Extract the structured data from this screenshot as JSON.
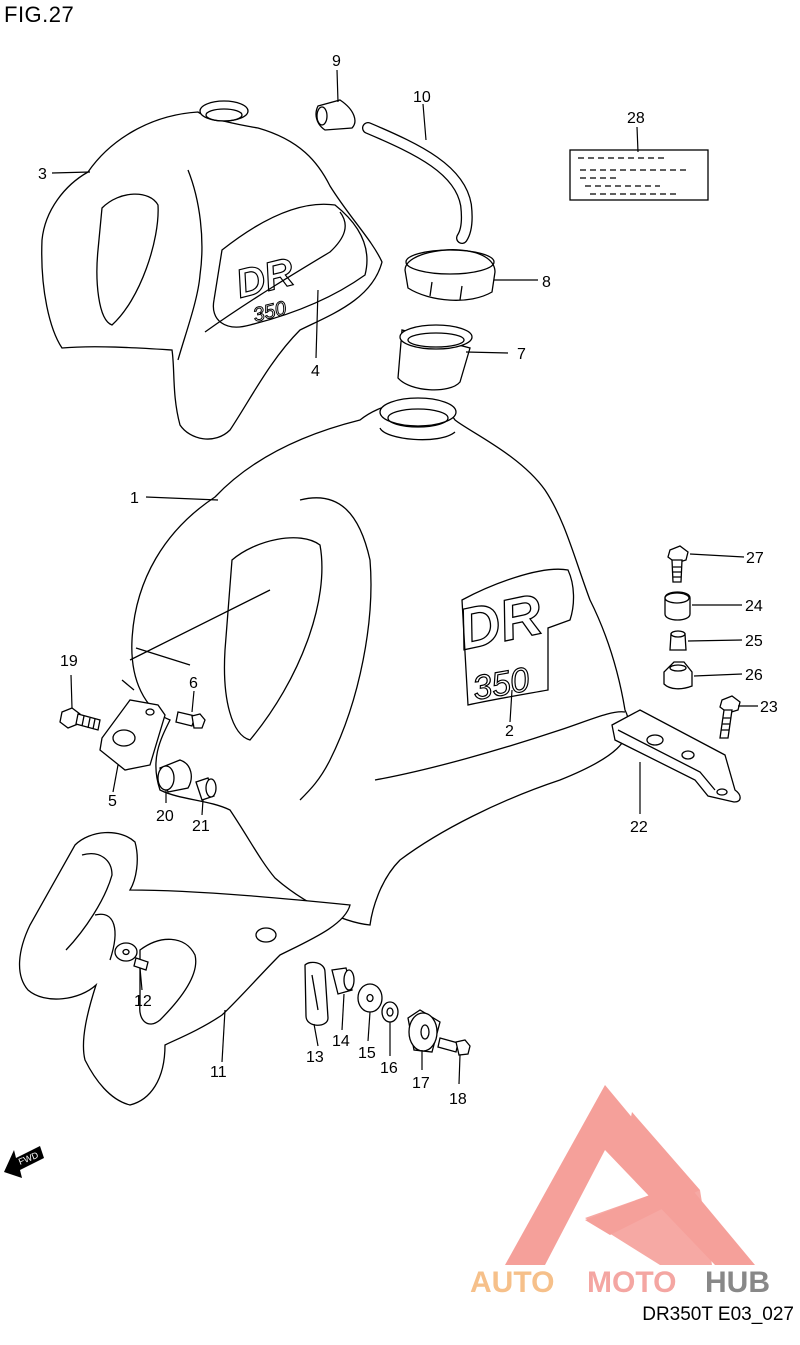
{
  "figure": {
    "title": "FIG.27",
    "diagram_code": "DR350T E03_027"
  },
  "watermark": {
    "brand_auto": "AUTO",
    "brand_moto": "MOTO",
    "brand_hub": "HUB",
    "colors": {
      "logo": "#f5a09a",
      "auto": "#f6c08a",
      "moto": "#f4a6a2",
      "hub": "#888888"
    }
  },
  "decals": {
    "large_tank": {
      "line1": "DR",
      "line2": "350"
    },
    "small_tank": {
      "line1": "DR",
      "line2": "350"
    },
    "fwd_arrow": "FWD"
  },
  "parts": [
    {
      "id": "part-1",
      "label": "1"
    },
    {
      "id": "part-2",
      "label": "2"
    },
    {
      "id": "part-3",
      "label": "3"
    },
    {
      "id": "part-4",
      "label": "4"
    },
    {
      "id": "part-5",
      "label": "5"
    },
    {
      "id": "part-6",
      "label": "6"
    },
    {
      "id": "part-7",
      "label": "7"
    },
    {
      "id": "part-8",
      "label": "8"
    },
    {
      "id": "part-9",
      "label": "9"
    },
    {
      "id": "part-10",
      "label": "10"
    },
    {
      "id": "part-11",
      "label": "11"
    },
    {
      "id": "part-12",
      "label": "12"
    },
    {
      "id": "part-13",
      "label": "13"
    },
    {
      "id": "part-14",
      "label": "14"
    },
    {
      "id": "part-15",
      "label": "15"
    },
    {
      "id": "part-16",
      "label": "16"
    },
    {
      "id": "part-17",
      "label": "17"
    },
    {
      "id": "part-18",
      "label": "18"
    },
    {
      "id": "part-19",
      "label": "19"
    },
    {
      "id": "part-20",
      "label": "20"
    },
    {
      "id": "part-21",
      "label": "21"
    },
    {
      "id": "part-22",
      "label": "22"
    },
    {
      "id": "part-23",
      "label": "23"
    },
    {
      "id": "part-24",
      "label": "24"
    },
    {
      "id": "part-25",
      "label": "25"
    },
    {
      "id": "part-26",
      "label": "26"
    },
    {
      "id": "part-27",
      "label": "27"
    },
    {
      "id": "part-28",
      "label": "28"
    }
  ]
}
